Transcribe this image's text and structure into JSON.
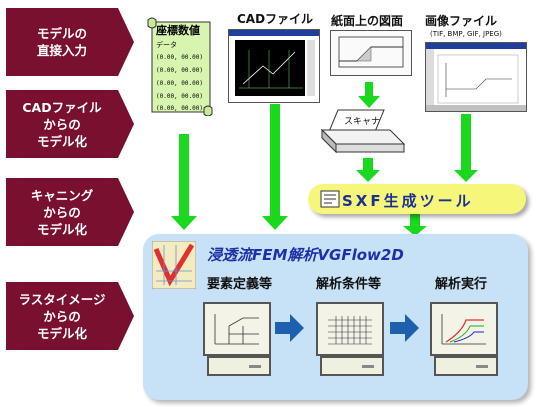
{
  "inputs": [
    {
      "lines": [
        "モデルの",
        "直接入力"
      ]
    },
    {
      "lines": [
        "CADファイル",
        "からの",
        "モデル化"
      ]
    },
    {
      "lines": [
        "キャニング",
        "からの",
        "モデル化"
      ]
    },
    {
      "lines": [
        "ラスタイメージ",
        "からの",
        "モデル化"
      ]
    }
  ],
  "sources": {
    "coord": {
      "title": "座標数値",
      "sub": "データ",
      "rows": [
        "(0.00, 00.00)",
        "(0.00, 00.00)",
        "(0.00, 00.00)",
        "(0.00, 00.00)",
        "(0.00, 00.00)"
      ]
    },
    "cad_label": "CADファイル",
    "paper_label": "紙面上の図面",
    "image_label": "画像ファイル",
    "image_formats": "(TIF, BMP, GIF, JPEG)",
    "scanner_label": "スキャナ"
  },
  "sxf_tool": "SXF生成ツール",
  "main": {
    "title": "浸透流FEM解析VGFlow2D",
    "steps": [
      "要素定義等",
      "解析条件等",
      "解析実行"
    ]
  },
  "colors": {
    "chevron": "#7a1030",
    "arrow": "#19d81e",
    "pill": "#f6f77a",
    "main_bg": "#c7e1f6",
    "blue_arrow": "#1f5fb0"
  }
}
